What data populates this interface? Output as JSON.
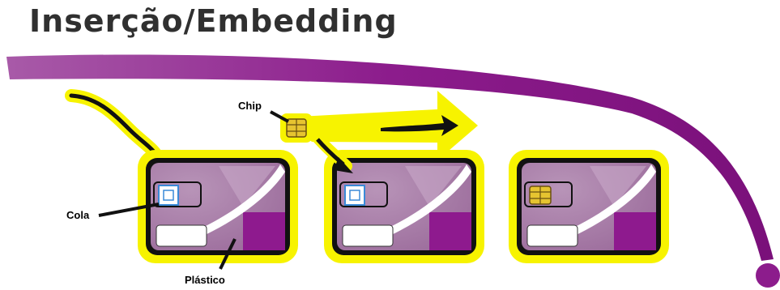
{
  "title": "Inserção/Embedding",
  "labels": {
    "chip": "Chip",
    "glue": "Cola",
    "plastic": "Plástico"
  },
  "colors": {
    "purple": "#8c1c8c",
    "card_fill": "#a87aa8",
    "card_dark": "#8e1a8e",
    "halo": "#f7f300",
    "chip_gold": "#e6c430",
    "outline": "#111111"
  },
  "cards": [
    {
      "name": "card-1",
      "stage": "glue-applied"
    },
    {
      "name": "card-2",
      "stage": "cavity-ready"
    },
    {
      "name": "card-3",
      "stage": "chip-embedded"
    }
  ]
}
